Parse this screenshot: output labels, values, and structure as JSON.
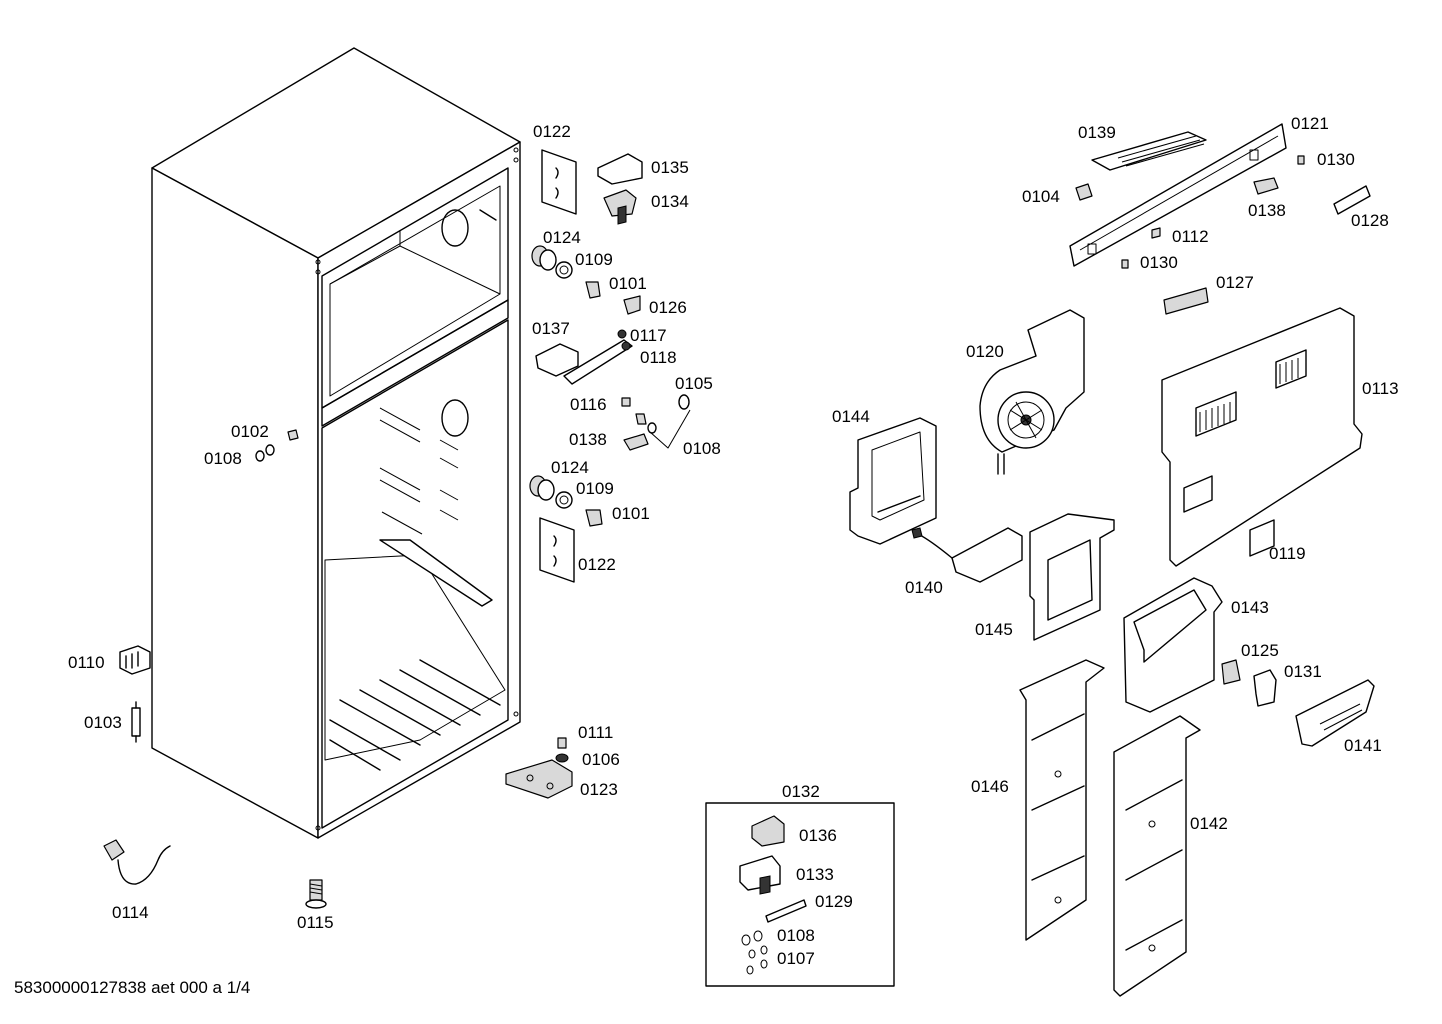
{
  "drawing_id": "58300000127838 aet 000 a 1/4",
  "group_box_label": "0132",
  "part_labels": [
    "0122",
    "0135",
    "0134",
    "0124",
    "0109",
    "0101",
    "0126",
    "0137",
    "0117",
    "0118",
    "0105",
    "0116",
    "0138",
    "0108",
    "0124",
    "0109",
    "0101",
    "0122",
    "0102",
    "0108",
    "0110",
    "0103",
    "0111",
    "0106",
    "0123",
    "0114",
    "0115",
    "0136",
    "0133",
    "0129",
    "0108",
    "0107",
    "0139",
    "0121",
    "0130",
    "0104",
    "0138",
    "0128",
    "0112",
    "0130",
    "0127",
    "0120",
    "0113",
    "0144",
    "0119",
    "0140",
    "0145",
    "0143",
    "0125",
    "0131",
    "0141",
    "0146",
    "0142"
  ]
}
